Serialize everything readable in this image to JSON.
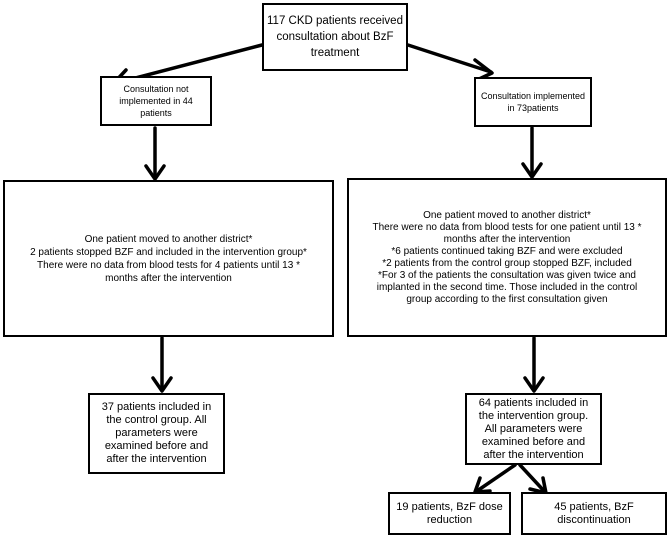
{
  "flowchart": {
    "root": {
      "lines": [
        "117 CKD patients received",
        "consultation about BzF",
        "treatment"
      ]
    },
    "left": {
      "header": {
        "lines": [
          "Consultation not",
          "implemented in 44",
          "patients"
        ]
      },
      "notes": {
        "lines": [
          "One patient moved to another district*",
          "2  patients stopped BZF and included in the intervention group*",
          "There were no data from blood tests for 4 patients until 13 *",
          "months after the intervention"
        ]
      },
      "result": {
        "lines": [
          "37 patients included in",
          "the control group. All",
          "parameters were",
          "examined before and",
          "after the intervention"
        ]
      }
    },
    "right": {
      "header": {
        "lines": [
          "Consultation implemented",
          "in 73patients"
        ]
      },
      "notes": {
        "lines": [
          "One patient moved to another district*",
          "There were no data from blood tests for one patient until 13 *",
          "months after the intervention",
          "*6 patients continued taking BZF and were excluded",
          "*2 patients from the control group stopped BZF, included",
          "*For 3 of the patients the consultation was given twice and",
          "implanted in the second time. Those included in the control",
          "group according to the first consultation given"
        ]
      },
      "result": {
        "lines": [
          "64 patients included in",
          "the intervention group.",
          "All parameters were",
          "examined before and",
          "after the intervention"
        ]
      },
      "outcome_reduction": {
        "lines": [
          "19 patients, BzF dose",
          "reduction"
        ]
      },
      "outcome_discontinuation": {
        "lines": [
          "45 patients, BzF",
          "discontinuation"
        ]
      }
    }
  }
}
